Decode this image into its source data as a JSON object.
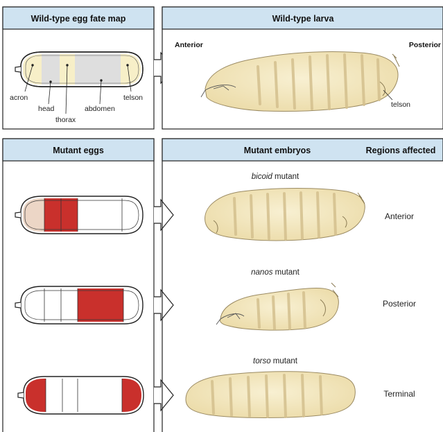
{
  "panels": {
    "wt_egg": {
      "title": "Wild-type egg fate map"
    },
    "wt_larva": {
      "title": "Wild-type larva"
    },
    "mutant_eggs": {
      "title": "Mutant eggs"
    },
    "mutant_embryos": {
      "title": "Mutant embryos"
    },
    "regions_affected": {
      "title": "Regions affected"
    }
  },
  "fate_map_labels": {
    "acron": "acron",
    "head": "head",
    "thorax": "thorax",
    "abdomen": "abdomen",
    "telson": "telson"
  },
  "larva_labels": {
    "anterior": "Anterior",
    "posterior": "Posterior",
    "telson": "telson"
  },
  "mutants": [
    {
      "gene": "bicoid",
      "suffix": " mutant",
      "region": "Anterior"
    },
    {
      "gene": "nanos",
      "suffix": " mutant",
      "region": "Posterior"
    },
    {
      "gene": "torso",
      "suffix": " mutant",
      "region": "Terminal"
    }
  ],
  "colors": {
    "header_fill": "#cfe3f1",
    "acron_head_tint": "#f7efc8",
    "grey_region": "#dedede",
    "mutant_red": "#c9302c",
    "bicoid_pink": "#ecd6c6",
    "larva_body": "#f3e8c2",
    "larva_stripe": "#d9c79a"
  }
}
